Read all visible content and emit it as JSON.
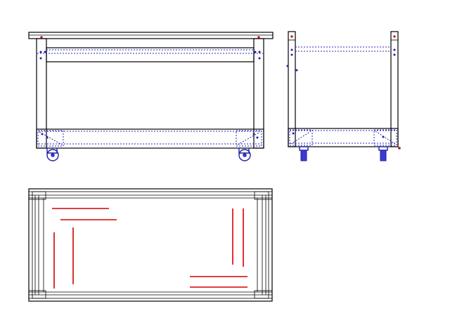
{
  "drawing": {
    "views": [
      "front-view",
      "side-view",
      "top-view"
    ],
    "colors": {
      "outline": "#000000",
      "hidden_lines": "#2a2ab8",
      "highlight_lines": "#d40000",
      "caster": "#1f1fa8"
    },
    "icons": [
      "caster-wheel-icon",
      "bolt-icon"
    ]
  }
}
